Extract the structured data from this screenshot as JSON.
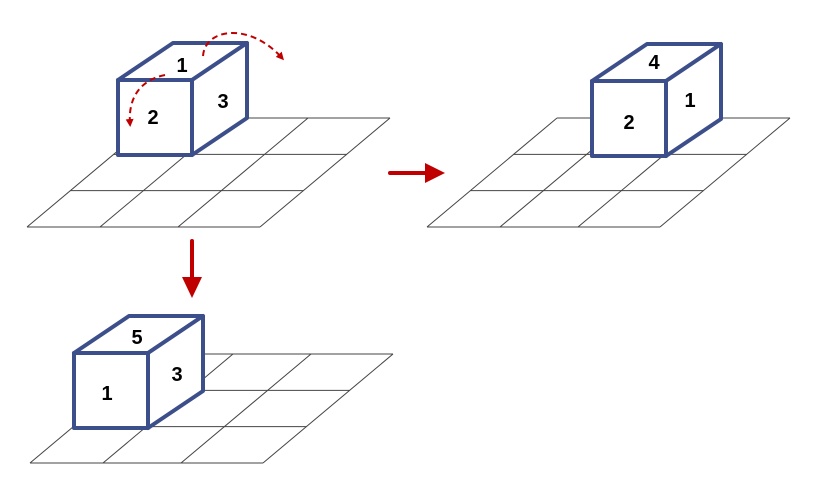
{
  "colors": {
    "cube_edge": "#3c4f8a",
    "grid": "#444444",
    "arrow": "#c00000"
  },
  "scenes": [
    {
      "name": "initial",
      "faces": {
        "top": "1",
        "front": "2",
        "right": "3"
      }
    },
    {
      "name": "rolled-right",
      "faces": {
        "top": "4",
        "front": "2",
        "right": "1"
      }
    },
    {
      "name": "rolled-forward",
      "faces": {
        "top": "5",
        "front": "1",
        "right": "3"
      }
    }
  ],
  "arrows": [
    {
      "name": "roll-right-arrow",
      "icon": "curved-dashed-arrow"
    },
    {
      "name": "roll-forward-arrow",
      "icon": "curved-dashed-arrow"
    },
    {
      "name": "result-right-arrow",
      "icon": "arrow-right"
    },
    {
      "name": "result-down-arrow",
      "icon": "arrow-down"
    }
  ]
}
